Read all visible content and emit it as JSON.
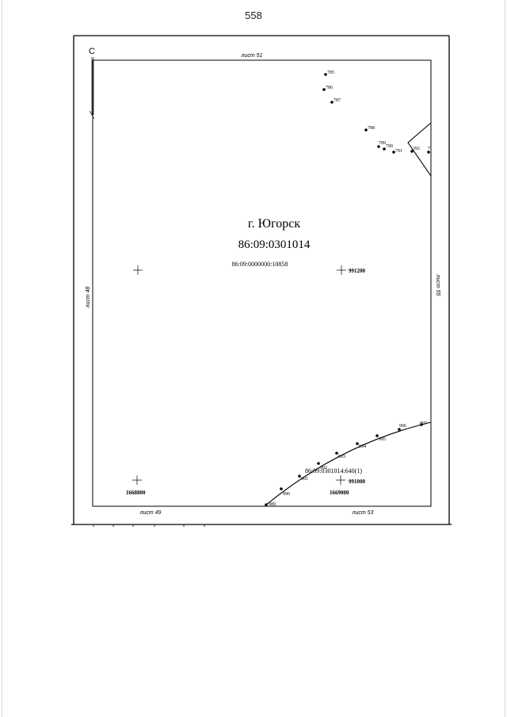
{
  "page_number": "558",
  "north_marker": "С",
  "sheets": {
    "top": "лист 51",
    "left": "лист 48",
    "right": "лист 55",
    "bottom_left": "лист 49",
    "bottom_right": "лист 53"
  },
  "map": {
    "city": "г. Югорск",
    "quarter": "86:09:0301014",
    "parcel_main": "86:09:0000000:10858",
    "parcel_lower": "86:09:0301014:640(1)"
  },
  "coordinates": {
    "north_upper": "991200",
    "north_lower": "991000",
    "east_left": "1668800",
    "east_right": "1669000"
  },
  "points": [
    "785",
    "786",
    "787",
    "788",
    "789",
    "790",
    "791",
    "392",
    "7",
    "989",
    "990",
    "991",
    "992",
    "993",
    "994",
    "995",
    "996",
    "997"
  ]
}
